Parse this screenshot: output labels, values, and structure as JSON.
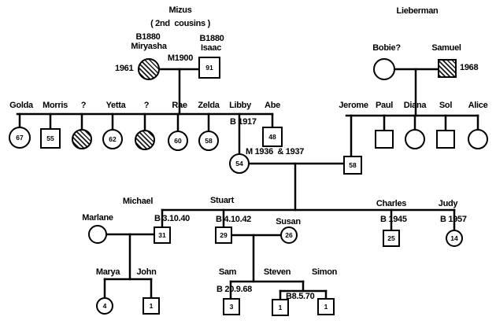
{
  "mizus": {
    "family_label": "Mizus",
    "note": "( 2nd  cousins )",
    "marriage": "M1900",
    "miryasha": {
      "born": "B1880",
      "name": "Miryasha",
      "death_year": "1961",
      "deceased": true
    },
    "isaac": {
      "born": "B1880",
      "name": "Isaac",
      "age": "91"
    }
  },
  "lieberman": {
    "family_label": "Lieberman",
    "bobie": {
      "name": "Bobie?"
    },
    "samuel": {
      "name": "Samuel",
      "death_year": "1968",
      "deceased": true
    }
  },
  "gen2": {
    "golda": {
      "name": "Golda",
      "age": "67"
    },
    "morris": {
      "name": "Morris",
      "age": "55"
    },
    "unknown1": {
      "name": "?",
      "deceased": true
    },
    "yetta": {
      "name": "Yetta",
      "age": "62"
    },
    "unknown2": {
      "name": "?",
      "deceased": true
    },
    "rae": {
      "name": "Rae",
      "age": "60"
    },
    "zelda": {
      "name": "Zelda",
      "age": "58"
    },
    "libby": {
      "name": "Libby",
      "born": "B 1917",
      "age": "54"
    },
    "abe": {
      "name": "Abe",
      "age": "48"
    },
    "marriage": "M 1936  & 1937",
    "jerome": {
      "name": "Jerome",
      "age": "58"
    },
    "paul": {
      "name": "Paul"
    },
    "diana": {
      "name": "Diana"
    },
    "sol": {
      "name": "Sol"
    },
    "alice": {
      "name": "Alice"
    }
  },
  "gen3": {
    "marlane": {
      "name": "Marlane"
    },
    "michael": {
      "name": "Michael",
      "born": "B 3.10.40",
      "age": "31"
    },
    "stuart": {
      "name": "Stuart",
      "born": "B 4.10.42",
      "age": "29"
    },
    "susan": {
      "name": "Susan",
      "age": "26"
    },
    "charles": {
      "name": "Charles",
      "born": "B 1945",
      "age": "25"
    },
    "judy": {
      "name": "Judy",
      "born": "B 1957",
      "age": "14"
    }
  },
  "gen4": {
    "marya": {
      "name": "Marya",
      "age": "4"
    },
    "john": {
      "name": "John",
      "age": "1"
    },
    "sam": {
      "name": "Sam",
      "born": "B 20.9.68",
      "age": "3"
    },
    "steven": {
      "name": "Steven",
      "age": "1"
    },
    "simon": {
      "name": "Simon",
      "age": "1"
    },
    "twins_born": "B8.5.70"
  }
}
